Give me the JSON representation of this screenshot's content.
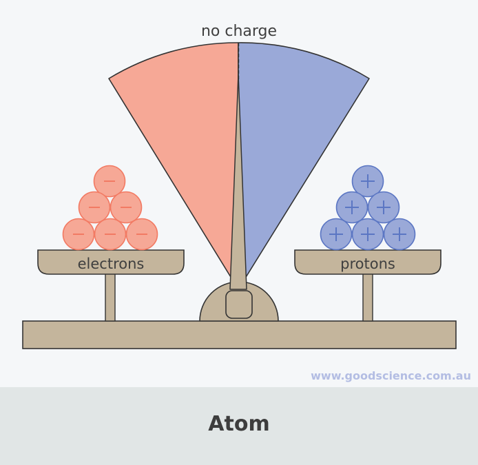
{
  "diagram": {
    "gauge_label": "no charge",
    "left_pan_label": "electrons",
    "right_pan_label": "protons",
    "electron_symbol": "−",
    "proton_symbol": "+",
    "electron_count": 6,
    "proton_count": 6
  },
  "colors": {
    "background": "#f5f7f9",
    "negative_fill": "#f6a896",
    "negative_stroke": "#f27a63",
    "positive_fill": "#9aa9d8",
    "positive_stroke": "#5b76c3",
    "scale_fill": "#c4b59c",
    "outline": "#333333",
    "footer_bg": "#e1e6e6",
    "watermark": "#b3bde3"
  },
  "watermark": "www.goodscience.com.au",
  "footer": {
    "title": "Atom"
  }
}
